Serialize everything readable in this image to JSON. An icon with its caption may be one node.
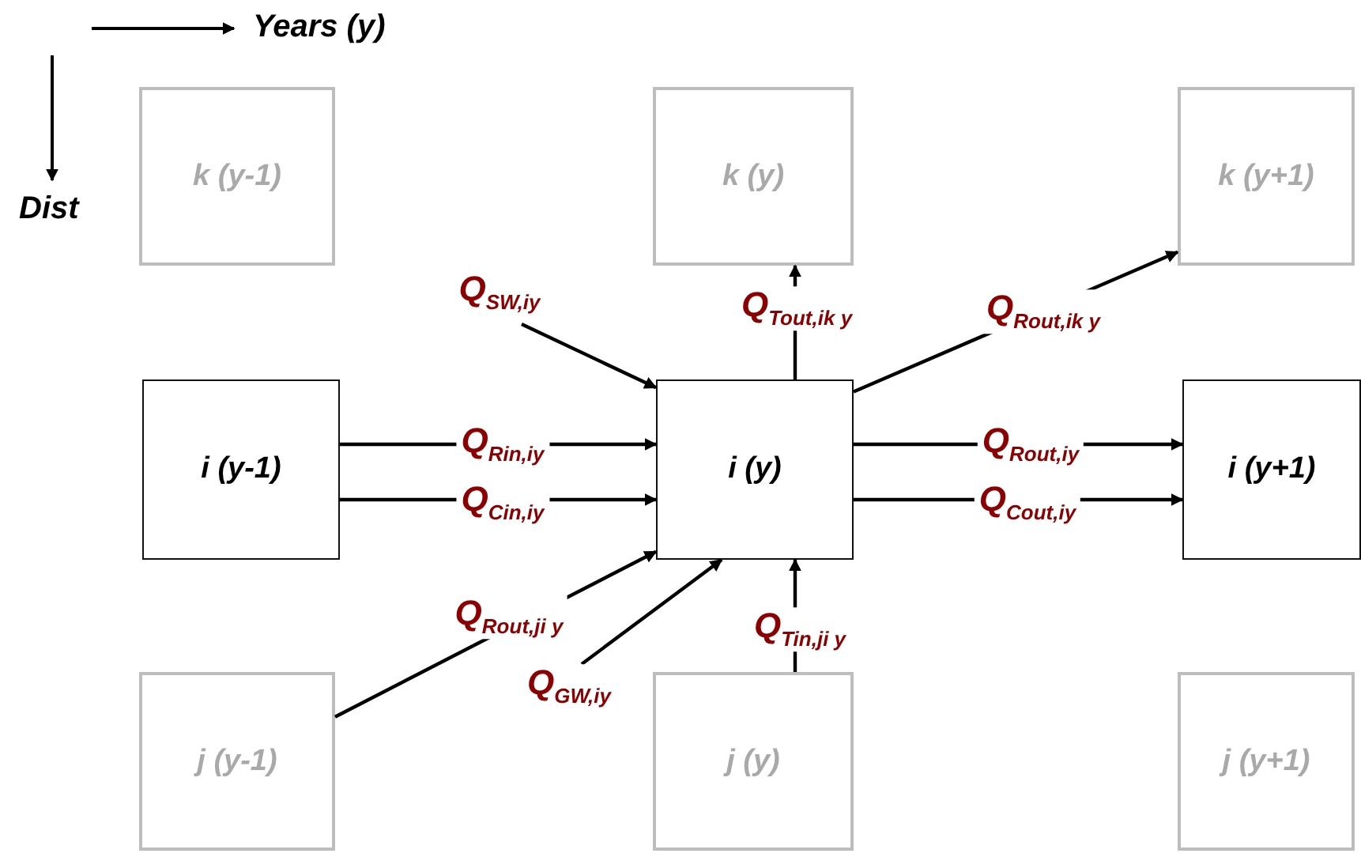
{
  "diagram": {
    "nodes": [
      {
        "text": [
          "k (y-1)"
        ]
      },
      {
        "text": [
          "k (y)"
        ]
      },
      {
        "text": [
          "k (y+1)"
        ]
      },
      {
        "text": [
          "i (y-1)"
        ]
      },
      {
        "text": [
          "i (y)"
        ]
      },
      {
        "text": [
          "i (y+1)"
        ]
      },
      {
        "text": [
          "j (y-1)"
        ]
      },
      {
        "text": [
          "j (y)"
        ]
      },
      {
        "text": [
          "j (y+1)"
        ]
      }
    ],
    "edges": [
      {
        "from": 3,
        "to": 4,
        "arrow": "to",
        "label": "Q$_{Rin,iy}$"
      },
      {
        "from": 3,
        "to": 4,
        "arrow": "to",
        "label": "Q$_{Cin,iy}$"
      },
      {
        "from": null,
        "to": 4,
        "arrow": "to",
        "label": "Q$_{SW,iy}$"
      },
      {
        "from": 4,
        "to": 1,
        "arrow": "to",
        "label": "Q$_{Tout,ik y}$"
      },
      {
        "from": 4,
        "to": 2,
        "arrow": "to",
        "label": "Q$_{Rout,ik y}$"
      },
      {
        "from": 4,
        "to": 5,
        "arrow": "to",
        "label": "Q$_{Rout,iy}$"
      },
      {
        "from": 4,
        "to": 5,
        "arrow": "to",
        "label": "Q$_{Cout,iy}$"
      },
      {
        "from": 6,
        "to": 4,
        "arrow": "to",
        "label": "Q$_{Rout,ji y}$"
      },
      {
        "from": null,
        "to": 4,
        "arrow": "to",
        "label": "Q$_{GW,iy}$"
      },
      {
        "from": 7,
        "to": 4,
        "arrow": "to",
        "label": "Q$_{Tin,ji y}$"
      }
    ],
    "labels": [
      "Years (y)",
      "Dist"
    ]
  }
}
